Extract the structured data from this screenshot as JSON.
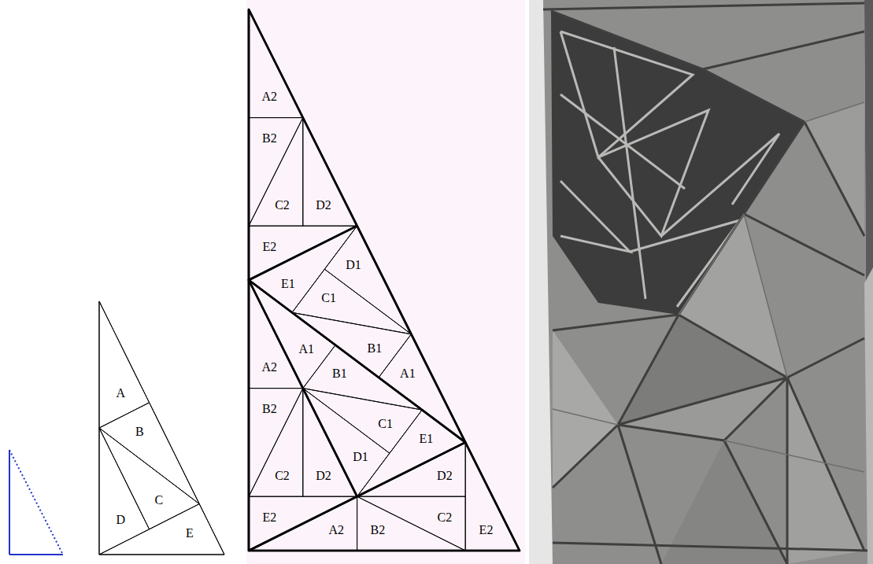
{
  "diagram": {
    "labels": [
      "A",
      "B",
      "C",
      "D",
      "E",
      "A2",
      "B2",
      "C2",
      "D2",
      "E2",
      "A1",
      "B1",
      "C1",
      "D1",
      "E1",
      "A1",
      "B1",
      "C1",
      "D1",
      "E1",
      "A2",
      "B2",
      "C2",
      "D2",
      "E2",
      "A2",
      "B2",
      "C2",
      "D2",
      "E2"
    ]
  }
}
